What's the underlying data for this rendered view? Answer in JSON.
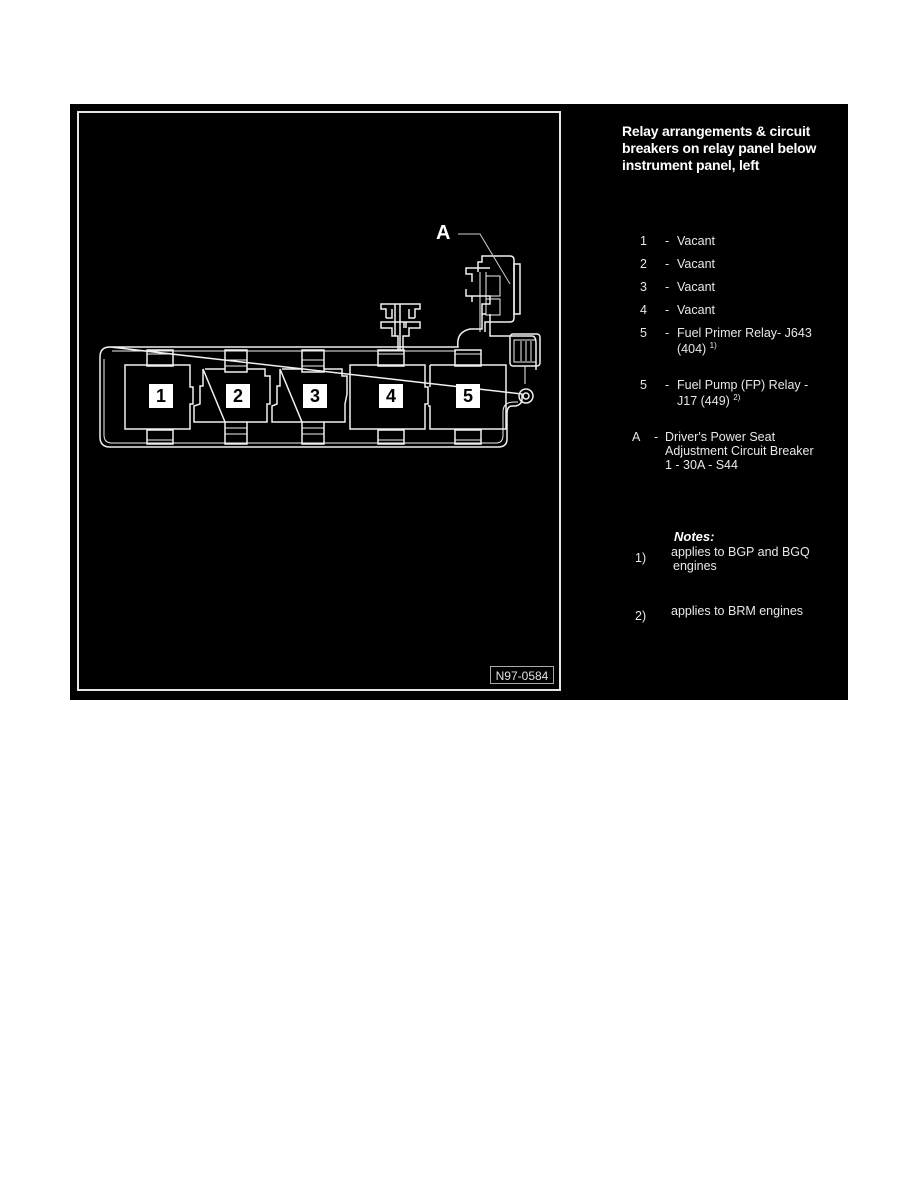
{
  "figure": {
    "id_label": "N97-0584",
    "callout_label": "A",
    "relays": [
      {
        "number": "1"
      },
      {
        "number": "2"
      },
      {
        "number": "3"
      },
      {
        "number": "4"
      },
      {
        "number": "5"
      }
    ]
  },
  "legend": {
    "title": "Relay arrangements & circuit breakers on relay panel below instrument panel, left",
    "items": [
      {
        "key": "1",
        "dash": "-",
        "text": "Vacant"
      },
      {
        "key": "2",
        "dash": "-",
        "text": "Vacant"
      },
      {
        "key": "3",
        "dash": "-",
        "text": "Vacant"
      },
      {
        "key": "4",
        "dash": "-",
        "text": "Vacant"
      },
      {
        "key": "5",
        "dash": "-",
        "line1": "Fuel Primer Relay- J643",
        "line2": "(404)",
        "note_ref": "1)"
      },
      {
        "key": "5",
        "dash": "-",
        "line1": "Fuel Pump (FP) Relay -",
        "line2": "J17 (449)",
        "note_ref": "2)"
      },
      {
        "key": "A",
        "dash": "-",
        "line1": "Driver's Power Seat",
        "line2": "Adjustment Circuit Breaker",
        "line3": "1 - 30A - S44"
      }
    ],
    "notes_label": "Notes:",
    "notes": [
      {
        "key": "1)",
        "line1": "applies to BGP and BGQ",
        "line2": "engines"
      },
      {
        "key": "2)",
        "line1": "applies to BRM engines"
      }
    ]
  }
}
